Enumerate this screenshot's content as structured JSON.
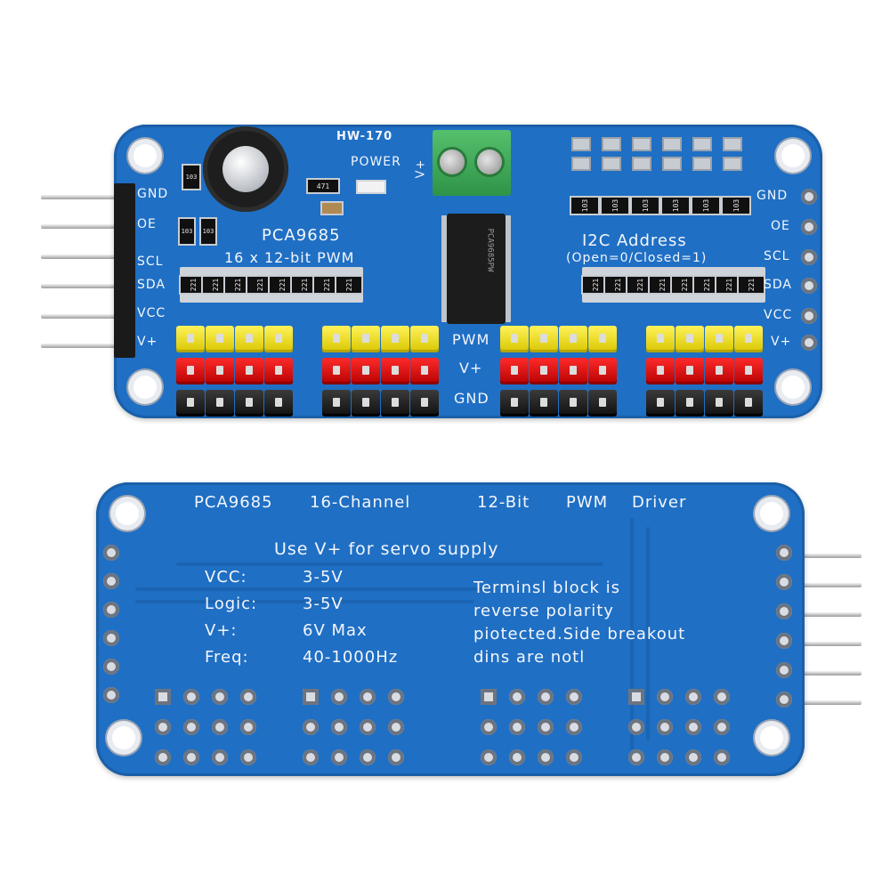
{
  "top_board": {
    "model": "HW-170",
    "power_label": "POWER",
    "chip_name": "PCA9685",
    "chip_subtitle": "16 x 12-bit PWM",
    "vplus_label": "V+",
    "i2c_title": "I2C Address",
    "i2c_note": "(Open=0/Closed=1)",
    "rail_labels": [
      "PWM",
      "V+",
      "GND"
    ],
    "left_pins": [
      "GND",
      "OE",
      "SCL",
      "SDA",
      "VCC",
      "V+"
    ],
    "right_pins": [
      "GND",
      "OE",
      "SCL",
      "SDA",
      "VCC",
      "V+"
    ],
    "resistor_code": "221",
    "address_resistor_code": "103",
    "small_resistor_code": "471"
  },
  "bottom_board": {
    "title_parts": [
      "PCA9685",
      "16-Channel",
      "12-Bit",
      "PWM",
      "Driver"
    ],
    "supply_note": "Use V+ for servo supply",
    "specs": [
      {
        "key": "VCC:",
        "value": "3-5V"
      },
      {
        "key": "Logic:",
        "value": "3-5V"
      },
      {
        "key": "V+:",
        "value": "6V Max"
      },
      {
        "key": "Freq:",
        "value": "40-1000Hz"
      }
    ],
    "note_lines": [
      "Terminsl block is",
      "reverse polarity",
      "piotected.Side breakout",
      "dins are notl"
    ]
  },
  "colors": {
    "pcb": "#1f6fc4",
    "header_yellow": "#f5e42a",
    "header_red": "#e00000",
    "header_black": "#1a1a1a",
    "terminal_green": "#3fae5a"
  }
}
